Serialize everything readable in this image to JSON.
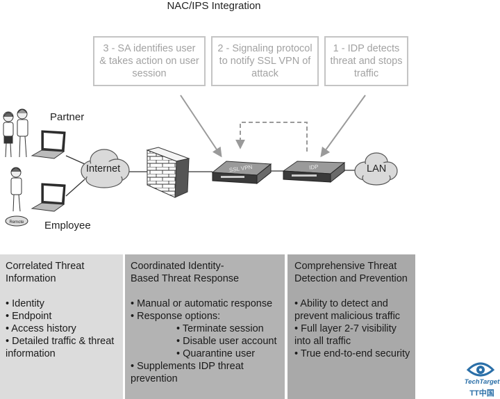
{
  "title": "NAC/IPS Integration",
  "steps": [
    {
      "lines": [
        "3 - SA identifies user",
        "& takes action on user",
        "session"
      ]
    },
    {
      "lines": [
        "2 - Signaling protocol",
        "to notify SSL VPN of",
        "attack"
      ]
    },
    {
      "lines": [
        "1 - IDP detects",
        "threat and stops",
        "traffic"
      ]
    }
  ],
  "labels": {
    "partner": "Partner",
    "employee": "Employee",
    "internet": "Internet",
    "lan": "LAN",
    "ssl_vpn": "SSL VPN",
    "idp": "IDP",
    "remote_badge": "Remote"
  },
  "panels": [
    {
      "heading": [
        "Correlated Threat",
        "Information"
      ],
      "items": [
        "• Identity",
        "• Endpoint",
        "• Access history",
        "• Detailed traffic & threat",
        "information"
      ]
    },
    {
      "heading": [
        "Coordinated Identity-",
        "Based Threat Response"
      ],
      "items": [
        "• Manual or automatic response",
        "• Response options:"
      ],
      "sub_items": [
        "• Terminate session",
        "• Disable user account",
        "• Quarantine user"
      ],
      "items_after": [
        "• Supplements IDP threat",
        "prevention"
      ]
    },
    {
      "heading": [
        "Comprehensive Threat",
        "Detection and Prevention"
      ],
      "items": [
        "• Ability to detect and",
        "prevent malicious traffic",
        "• Full layer 2-7 visibility",
        "into all traffic",
        "• True end-to-end security"
      ]
    }
  ],
  "logo": {
    "text1": "TechTarget",
    "text2": "TT中国"
  },
  "colors": {
    "panel1": "#dcdcdc",
    "panel2": "#b3b3b3",
    "panel3": "#a9a9a9",
    "step_text": "#a2a2a2",
    "logo_blue": "#2a6fa8"
  }
}
